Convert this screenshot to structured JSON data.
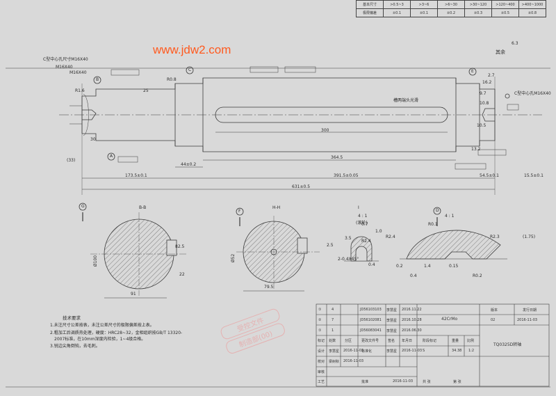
{
  "watermark": "www.jdw2.com",
  "tolerance_table": {
    "rows": [
      [
        "基本尺寸",
        ">0.5~3",
        ">3~6",
        ">6~30",
        ">30~120",
        ">120~400",
        ">400~1000"
      ],
      [
        "极限偏差",
        "±0.1",
        "±0.1",
        "±0.2",
        "±0.3",
        "±0.5",
        "±0.8"
      ]
    ]
  },
  "surface_finish": {
    "rest_label": "其余",
    "value": "6.3"
  },
  "labels": {
    "center_hole_left": "C型中心孔尺寸M16X40",
    "center_hole_left2": "M16X40",
    "center_hole_right": "C型中心孔M16X40",
    "keyway_note": "槽两端头光滑",
    "datum_b": "B",
    "datum_c": "C",
    "datum_e": "E",
    "datum_f": "F",
    "datum_g": "G",
    "datum_a": "A",
    "datum_d": "D",
    "section_bb": "B-B",
    "section_hh": "H-H",
    "scale_iv": "I",
    "scale_41": "4 : 1",
    "scale_ratio": "4 : 1",
    "rolled": "(滚轮)",
    "chamfer_text": "2-0.4X45°"
  },
  "dimensions": [
    {
      "id": "d-ra16",
      "text": "R1.6"
    },
    {
      "id": "d-ra3",
      "text": "R0.8"
    },
    {
      "id": "d-m16",
      "text": "M16X40"
    },
    {
      "id": "d-25",
      "text": "25"
    },
    {
      "id": "d-l300",
      "text": "300"
    },
    {
      "id": "d-l364",
      "text": "364.5"
    },
    {
      "id": "d-l173",
      "text": "173.5±0.1"
    },
    {
      "id": "d-l391",
      "text": "391.5±0.05"
    },
    {
      "id": "d-l54",
      "text": "54.5±0.1"
    },
    {
      "id": "d-l15",
      "text": "15.5±0.1"
    },
    {
      "id": "d-l631",
      "text": "631±0.5"
    },
    {
      "id": "d-l44",
      "text": "44±0.2"
    },
    {
      "id": "d-l33",
      "text": "(33)"
    },
    {
      "id": "d-l30",
      "text": "30"
    },
    {
      "id": "d-l10",
      "text": "10.5"
    },
    {
      "id": "d-l13",
      "text": "13.2"
    },
    {
      "id": "d-l97",
      "text": "9.7"
    },
    {
      "id": "d-l27",
      "text": "2.7"
    },
    {
      "id": "d-l66",
      "text": "16.2"
    },
    {
      "id": "d-l108",
      "text": "10.8"
    },
    {
      "id": "d-bb-91",
      "text": "91"
    },
    {
      "id": "d-bb-825",
      "text": "82.5"
    },
    {
      "id": "d-bb-22",
      "text": "22"
    },
    {
      "id": "d-bb-100",
      "text": "Ø100"
    },
    {
      "id": "d-hh-52",
      "text": "Ø52"
    },
    {
      "id": "d-hh-795",
      "text": "79.5"
    },
    {
      "id": "d-i-82",
      "text": "R2.4"
    },
    {
      "id": "d-i-25",
      "text": "2.5"
    },
    {
      "id": "d-d-r2",
      "text": "R0.1"
    },
    {
      "id": "d-d-r8",
      "text": "R2.4"
    },
    {
      "id": "d-d-r3",
      "text": "R2.3"
    },
    {
      "id": "d-d-175",
      "text": "(1.75)"
    },
    {
      "id": "d-d-02",
      "text": "0.2"
    },
    {
      "id": "d-d-15",
      "text": "0.15"
    },
    {
      "id": "d-d-14",
      "text": "1.4"
    },
    {
      "id": "d-d-04",
      "text": "0.4"
    },
    {
      "id": "d-d-r02",
      "text": "R0.2"
    },
    {
      "id": "d-i-10",
      "text": "1.0"
    },
    {
      "id": "d-i-35",
      "text": "3.5"
    },
    {
      "id": "d-i-04",
      "text": "0.4"
    },
    {
      "id": "d-i-07",
      "text": "0.7"
    }
  ],
  "tech_requirements": {
    "title": "技术要求",
    "items": [
      "1.未注尺寸公差按表，未注公差尺寸的极限偏差按上表。",
      "2.粗加工后调质热处理，硬度：HRC28~32，金相组织按GB/T 13320-",
      "2007标准，在10mm深度内检验，1~4级合格。",
      "3.锐边尖角倒钝，去毛刺。"
    ]
  },
  "stamp": {
    "line1": "受控文件",
    "line2": "制造部(00)"
  },
  "title_block": {
    "revisions": [
      [
        "①",
        "4",
        "JD56103103",
        "李慧星",
        "2016.11.22"
      ],
      [
        "②",
        "7",
        "JD56102081",
        "李慧星",
        "2016.10.28"
      ],
      [
        "①",
        "1",
        "JD56083041",
        "李慧星",
        "2016.06.30"
      ]
    ],
    "header": [
      "标记",
      "处数",
      "分区",
      "更改文件号",
      "签名",
      "年月日"
    ],
    "design_row": [
      "设计",
      "李慧星",
      "2016-11-03",
      "标准化",
      "李慧星",
      "2016-11-03"
    ],
    "check_row": [
      "校对",
      "梁树秋",
      "2016-11-03"
    ],
    "review": "审核",
    "process": "工艺",
    "approve": "批准",
    "approve_date": "2016-11-03",
    "stage_label": "阶段标记",
    "weight_label": "重量",
    "ratio_label": "比例",
    "stage_value": "S",
    "weight_value": "34.38",
    "ratio_value": "1:2",
    "sheets": "共 张",
    "sheet": "第 张",
    "material": "42CrMo",
    "version_label": "版本",
    "date_label": "发行日期",
    "version_value": "02",
    "date_value": "2016-11-03",
    "part_name": "TQ0325D转轴"
  }
}
